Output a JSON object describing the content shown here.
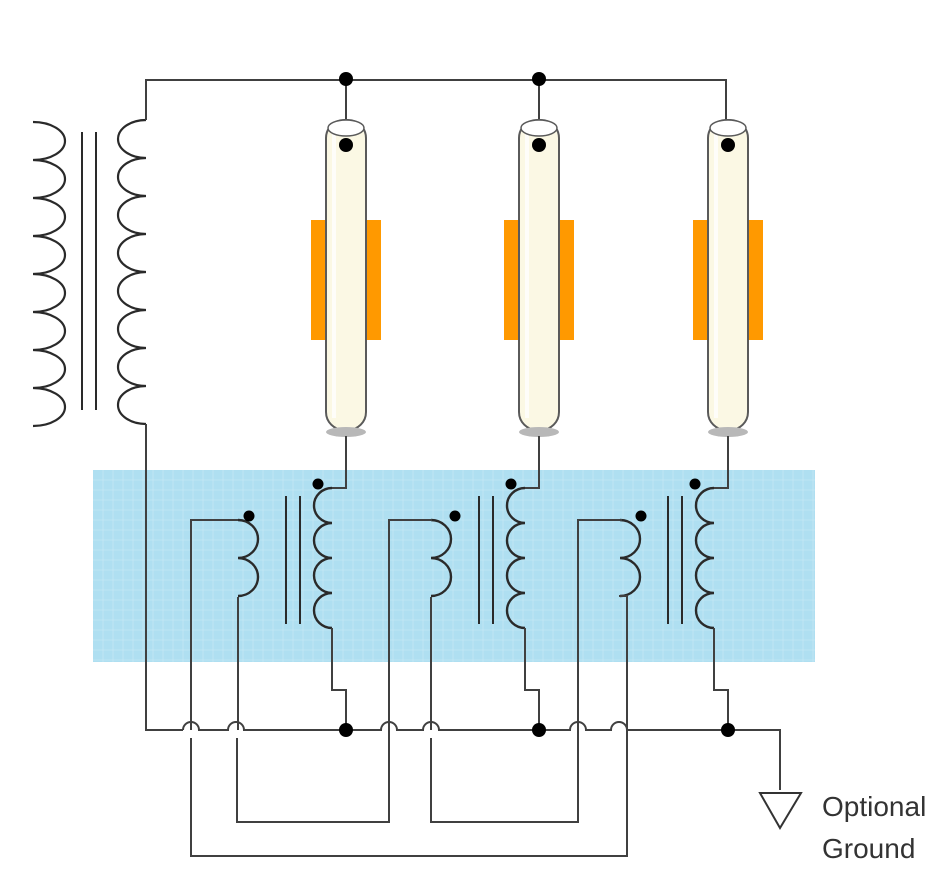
{
  "diagram": {
    "ground_label": [
      "Optional",
      "Ground"
    ],
    "colors": {
      "wire": "#404040",
      "coil": "#2a2a2a",
      "dot": "#000000",
      "tube_fill": "#fbf8e4",
      "tube_outline": "#5a5a5a",
      "electrode": "#ff9900",
      "ballast_panel": "#a6dcef",
      "label": "#333333"
    },
    "lamp_count": 3,
    "ballast_count": 3
  }
}
